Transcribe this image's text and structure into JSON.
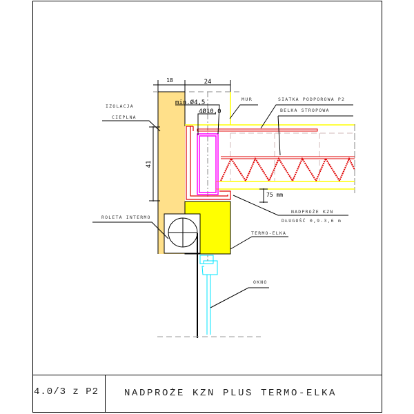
{
  "drawing": {
    "dimensions": {
      "insulation_width": "18",
      "wall_width": "24",
      "height": "41",
      "gap": "75 mm"
    },
    "labels": {
      "insulation_line1": "IZOLACJA",
      "insulation_line2": "CIEPLNA",
      "wall": "MUR",
      "support_mesh": "SIATKA PODPOROWA  P2",
      "floor_beam": "BELKA STROPOWA",
      "rebar_min": "min.Ø4,5",
      "rebar_main": "4Ø10,0",
      "lintel_line1": "NADPROŻE  KZN",
      "lintel_line2": "DŁUGOŚĆ 0,9-3,6 m",
      "roller_shutter": "ROLETA INTERMO",
      "termo_elka": "TERMO-ELKA",
      "window": "OKNO"
    },
    "colors": {
      "insulation": "#FFE08A",
      "termo_elka": "#FFFF00",
      "yellow_lines": "#FFFF00",
      "rebar_red": "#E00000",
      "stirrup_magenta": "#FF00FF",
      "window_cyan": "#00E5FF",
      "dashed_grey": "#B0A0A0"
    }
  },
  "title_block": {
    "code": "4.0/3 z P2",
    "title": "NADPROŻE KZN PLUS  TERMO-ELKA"
  }
}
